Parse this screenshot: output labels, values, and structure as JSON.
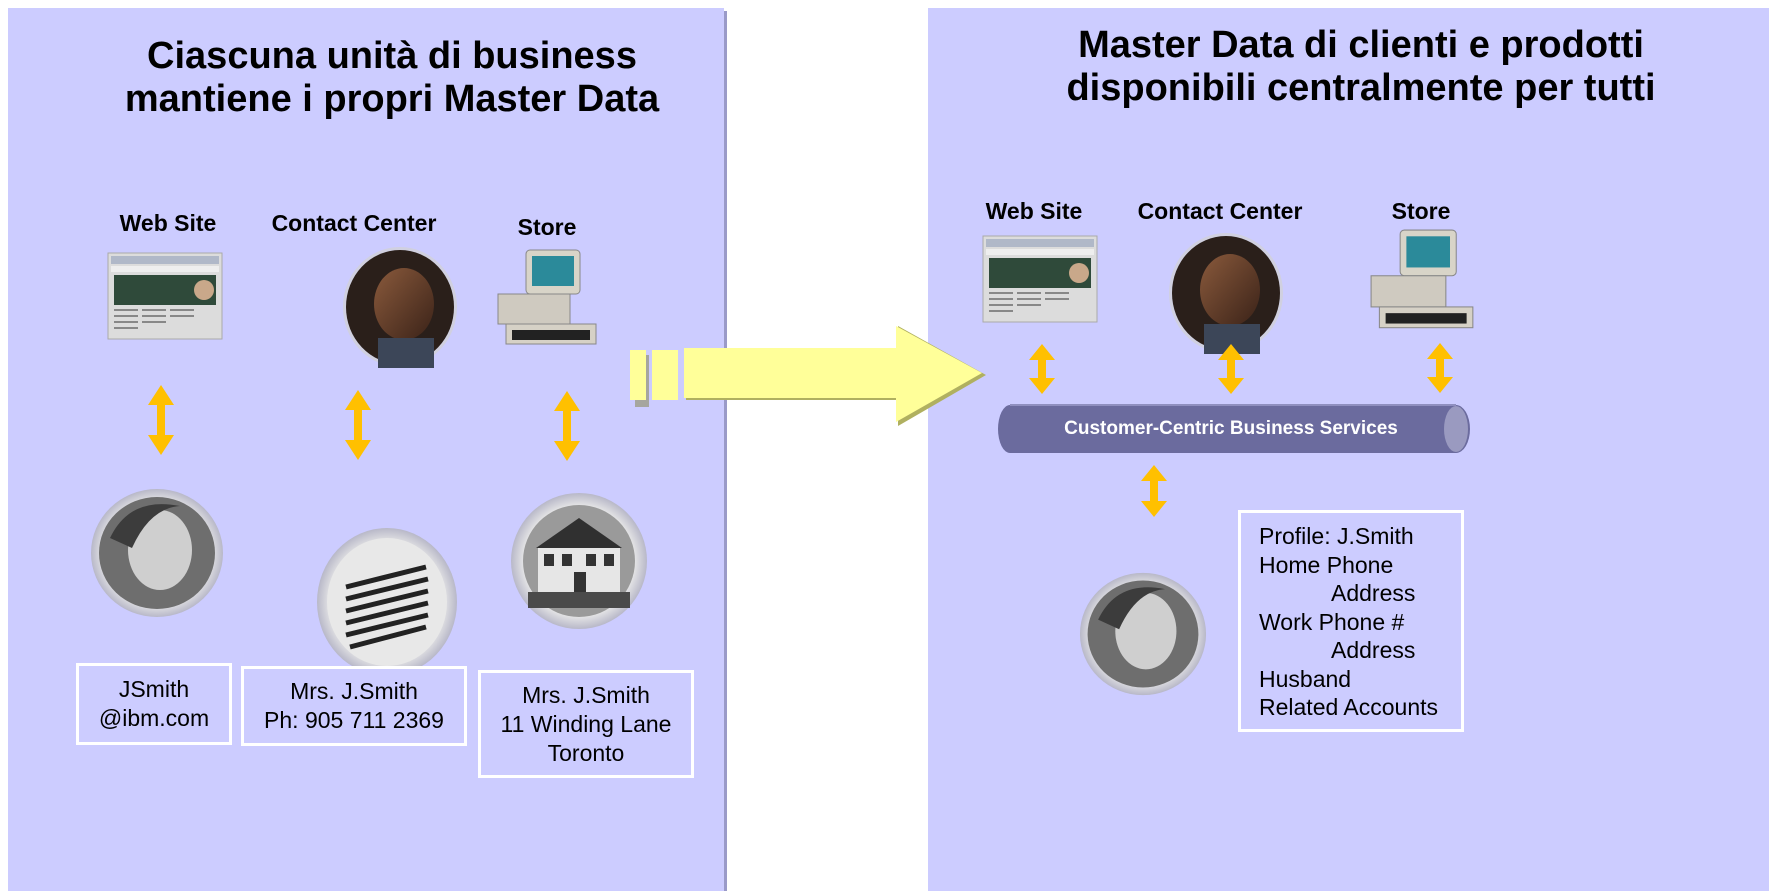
{
  "left": {
    "title": "Ciascuna unità di business\nmantiene i propri Master Data",
    "channels": {
      "web": "Web Site",
      "contact": "Contact Center",
      "store": "Store"
    },
    "records": {
      "web": "JSmith\n@ibm.com",
      "contact": "Mrs. J.Smith\nPh: 905 711 2369",
      "store": "Mrs. J.Smith\n11 Winding Lane\nToronto"
    }
  },
  "right": {
    "title": "Master Data di clienti e prodotti\ndisponibili centralmente per tutti",
    "channels": {
      "web": "Web Site",
      "contact": "Contact Center",
      "store": "Store"
    },
    "bus_label": "Customer-Centric Business Services",
    "profile": {
      "line1": "Profile: J.Smith",
      "line2": "Home Phone",
      "line3": "Address",
      "line4": "Work Phone #",
      "line5": "Address",
      "line6": "Husband",
      "line7": "Related Accounts"
    }
  },
  "colors": {
    "panel": "#ccccff",
    "arrow": "#ffc000",
    "big_arrow": "#ffff99",
    "bus": "#6b6b9e"
  },
  "icons": [
    "website-screenshot-icon",
    "agent-photo-icon",
    "pos-terminal-icon",
    "customer-photo-icon",
    "office-building-icon",
    "house-icon"
  ]
}
